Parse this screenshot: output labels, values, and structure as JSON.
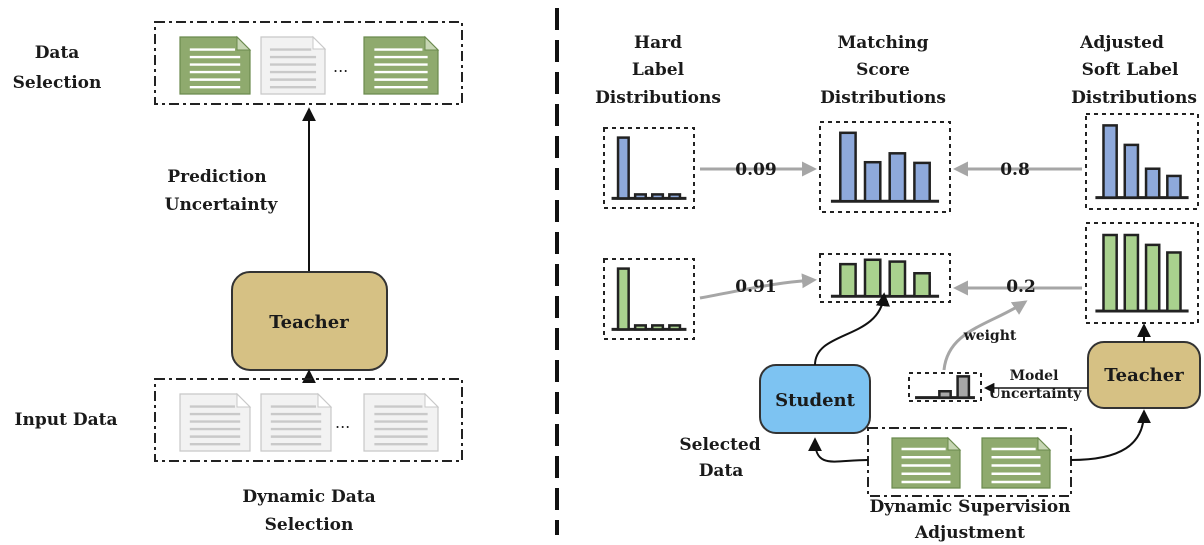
{
  "left_panel": {
    "data_selection_label": [
      "Data",
      "Selection"
    ],
    "prediction_uncertainty_label": [
      "Prediction",
      "Uncertainty"
    ],
    "teacher_label": "Teacher",
    "input_data_label": "Input Data",
    "caption": [
      "Dynamic Data",
      "Selection"
    ],
    "ellipsis": "..."
  },
  "right_panel": {
    "hard_label_title": [
      "Hard",
      "Label",
      "Distributions"
    ],
    "matching_score_title": [
      "Matching",
      "Score",
      "Distributions"
    ],
    "adjusted_soft_title": [
      "Adjusted",
      "Soft Label",
      "Distributions"
    ],
    "weights": {
      "top_left": "0.09",
      "bottom_left": "0.91",
      "top_right": "0.8",
      "bottom_right": "0.2"
    },
    "weight_label": "weight",
    "student_label": "Student",
    "teacher_label": "Teacher",
    "model_uncertainty_label": [
      "Model",
      "Uncertainty"
    ],
    "selected_data_label": [
      "Selected",
      "Data"
    ],
    "caption": [
      "Dynamic Supervision",
      "Adjustment"
    ]
  },
  "colors": {
    "blue_bar": "#8ea9db",
    "green_bar": "#a9d18e",
    "gray_bar": "#a6a6a6",
    "doc_green": "#8faa6e",
    "doc_gray": "#f2f2f2",
    "teacher_fill": "#d6c184",
    "student_fill": "#7dc3f2",
    "arrow_gray": "#a6a6a6"
  },
  "icons": [
    "document-icon",
    "bar-histogram-icon"
  ]
}
